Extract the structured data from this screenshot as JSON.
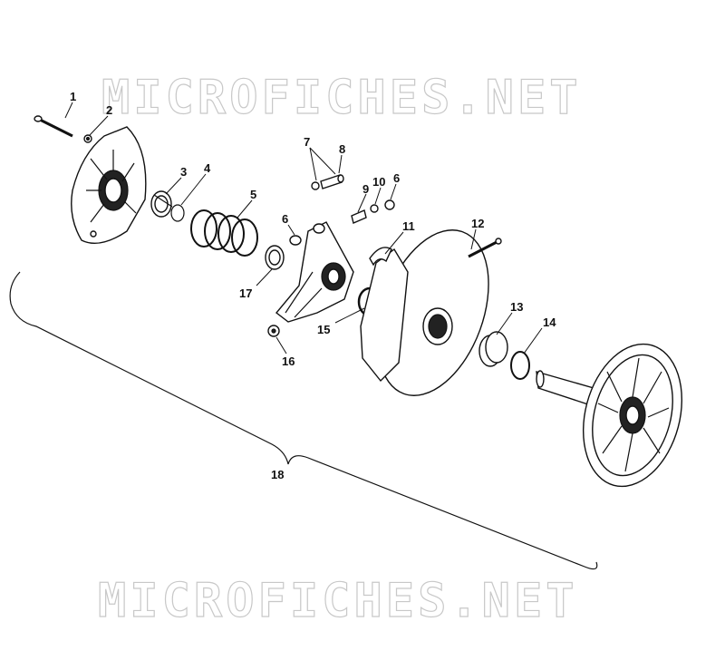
{
  "watermark": {
    "text": "MICROFICHES.NET"
  },
  "callouts": [
    "1",
    "2",
    "3",
    "4",
    "5",
    "6",
    "7",
    "8",
    "9",
    "10",
    "6",
    "11",
    "12",
    "17",
    "15",
    "16",
    "13",
    "14",
    "18"
  ]
}
